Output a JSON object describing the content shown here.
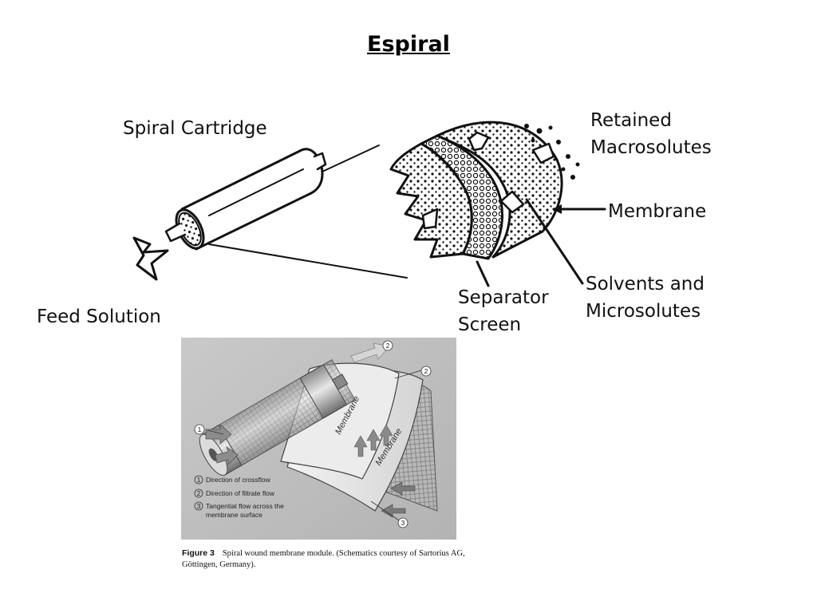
{
  "title": "Espiral",
  "top_diagram": {
    "labels": {
      "spiral_cartridge": "Spiral Cartridge",
      "retained_macrosolutes_1": "Retained",
      "retained_macrosolutes_2": "Macrosolutes",
      "membrane": "Membrane",
      "solvents_1": "Solvents and",
      "solvents_2": "Microsolutes",
      "separator_1": "Separator",
      "separator_2": "Screen",
      "feed_solution": "Feed Solution"
    }
  },
  "figure3": {
    "markers": {
      "m1": "1",
      "m2": "2",
      "m3": "3"
    },
    "sheet_labels": {
      "membrane_a": "Membrane",
      "membrane_b": "Membrane"
    },
    "legend": {
      "item1": "Direction of crossflow",
      "item2": "Direction of filtrate flow",
      "item3a": "Tangential flow across the",
      "item3b": "membrane surface"
    },
    "caption_label": "Figure 3",
    "caption_text": "Spiral wound membrane module. (Schematics courtesy of Sartorius AG, Göttingen, Germany)."
  }
}
